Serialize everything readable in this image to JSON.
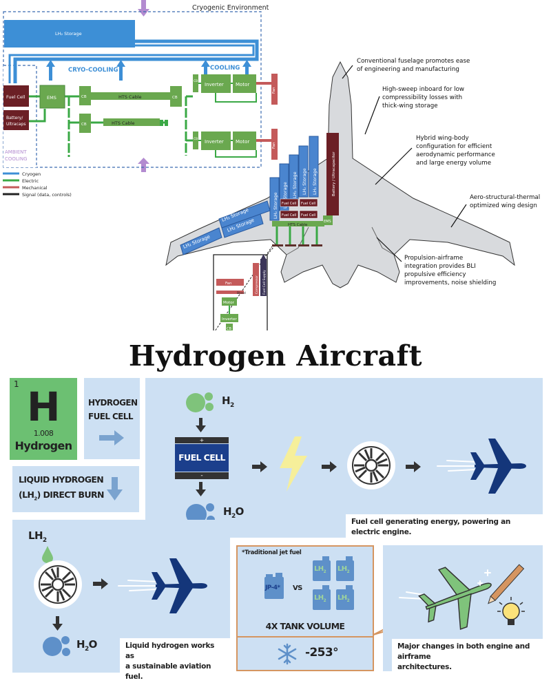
{
  "top_diagram": {
    "env_label": "Cryogenic Environment",
    "lh2_storage": "LH₂ Storage",
    "cryo_cooling": "CRYO-COOLING",
    "cooling": "COOLING",
    "fuel_cell": "Fuel Cell",
    "battery_line1": "Battery/",
    "battery_line2": "Ultracaps",
    "ambient_line1": "AMBIENT",
    "ambient_line2": "COOLING",
    "ems": "EMS",
    "cb": "CB",
    "hts_cable": "HTS Cable",
    "inverter": "Inverter",
    "motor": "Motor",
    "fan": "Fan",
    "legend": [
      {
        "label": "Cryogen",
        "color": "#3d8fd6"
      },
      {
        "label": "Electric",
        "color": "#3aa845"
      },
      {
        "label": "Mechanical",
        "color": "#c45a5a"
      },
      {
        "label": "Signal (data, controls)",
        "color": "#222222"
      }
    ]
  },
  "aircraft": {
    "storage": "LH₂ Storage",
    "fuel_cell": "Fuel Cell",
    "battery": "Battery / Ultracapacitor",
    "hts_cable": "HTS Cable",
    "ems": "EMS",
    "inset": {
      "fan": "Fan",
      "bleed": "Bleed",
      "compressor": "Compressor",
      "fc_supply": "Fuel Cell Supply",
      "motor": "Motor",
      "inverter": "Inverter",
      "cb": "CB"
    },
    "annotations": [
      {
        "line1": "Conventional fuselage promotes ease",
        "line2": "of engineering and manufacturing"
      },
      {
        "line1": "High-sweep inboard for low",
        "line2": "compressibility losses with",
        "line3": "thick-wing storage"
      },
      {
        "line1": "Hybrid wing-body",
        "line2": "configuration for efficient",
        "line3": "aerodynamic performance",
        "line4": "and large energy volume"
      },
      {
        "line1": "Aero-structural-thermal",
        "line2": "optimized wing design"
      },
      {
        "line1": "Propulsion-airframe",
        "line2": "integration provides BLI",
        "line3": "propulsive efficiency",
        "line4": "improvements, noise shielding"
      }
    ]
  },
  "title": "Hydrogen Aircraft",
  "infographic": {
    "element": {
      "number": "1",
      "symbol": "H",
      "mass": "1.008",
      "name": "Hydrogen"
    },
    "path_fuel_cell_line1": "HYDROGEN",
    "path_fuel_cell_line2": "FUEL CELL",
    "path_direct_burn_line1": "LIQUID HYDROGEN",
    "path_direct_burn_line2_pre": "(LH",
    "path_direct_burn_line2_sub": "2",
    "path_direct_burn_line2_post": ") DIRECT BURN",
    "h2_label": "H",
    "h2_sub": "2",
    "fuel_cell_label": "FUEL CELL",
    "plus": "+",
    "minus": "-",
    "h2o_main": "H",
    "h2o_sub": "2",
    "h2o_end": "O",
    "fuel_cell_caption": "Fuel cell generating energy, powering an electric engine.",
    "lh2_label": "LH",
    "lh2_sub": "2",
    "direct_caption_line1": "Liquid hydrogen works as",
    "direct_caption_line2": "a sustainable aviation fuel.",
    "traditional_note": "*Traditional jet fuel",
    "jp4": "JP-4*",
    "vs": "VS",
    "tank_lh": "LH",
    "tank_sub": "2",
    "tank_volume": "4X TANK VOLUME",
    "temperature": "-253°",
    "changes_caption_line1": "Major changes in both engine and airframe",
    "changes_caption_line2": "architectures."
  },
  "colors": {
    "panel": "#cde0f3",
    "element_green": "#6cc072",
    "navy": "#14367a",
    "fuel_cell_blue": "#1b3f8c",
    "bubble": "#5e90c9",
    "bubble_green": "#7fc37b",
    "arrow": "#7aa3cf",
    "purple": "#b38bd0",
    "lightning": "#f6ef9a",
    "tank_border": "#d59560",
    "cryo": "#3d8fd6",
    "electric": "#3aa845",
    "mech": "#c45a5a",
    "fc_dark": "#6b1f25"
  }
}
